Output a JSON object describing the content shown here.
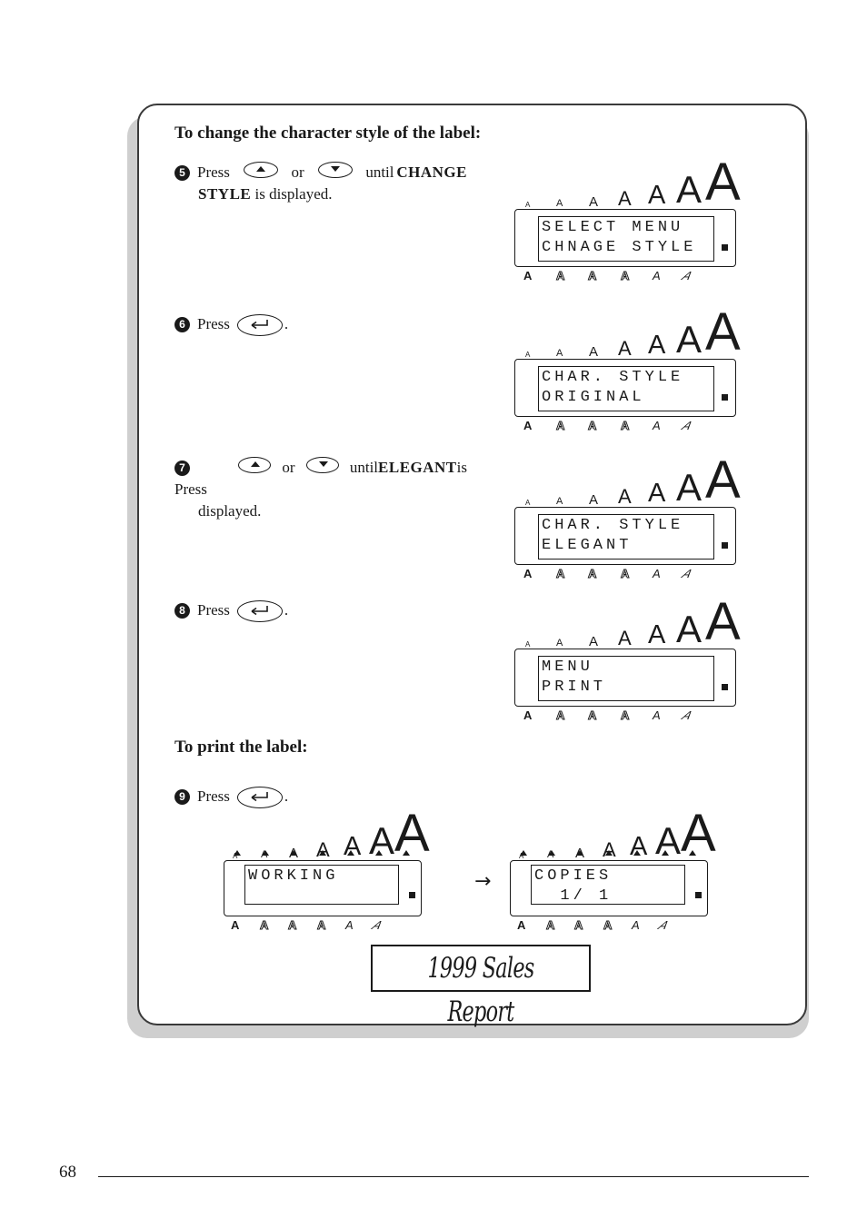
{
  "section_change": {
    "heading": "To change the character style of the label:"
  },
  "steps": [
    {
      "num": "5",
      "press": "Press",
      "or": "or",
      "until": "until",
      "kw1": "CHANGE",
      "kw2": "STYLE",
      "tail": "is displayed."
    },
    {
      "num": "6",
      "press": "Press",
      "tail": "."
    },
    {
      "num": "7",
      "press": "Press",
      "or": "or",
      "until": "until",
      "kw1": "ELEGANT",
      "is": "is",
      "tail": "displayed."
    },
    {
      "num": "8",
      "press": "Press",
      "tail": "."
    },
    {
      "num": "9",
      "press": "Press",
      "tail": "."
    }
  ],
  "section_print": {
    "heading": "To print the label:"
  },
  "lcd_sizes": [
    "A",
    "A",
    "A",
    "A",
    "A",
    "A",
    "A"
  ],
  "lcd_bottom": [
    "A",
    "A",
    "A",
    "A",
    "A",
    "A"
  ],
  "displays": [
    {
      "line1": "SELECT MENU",
      "line2": "CHNAGE STYLE"
    },
    {
      "line1": "CHAR. STYLE",
      "line2": "ORIGINAL"
    },
    {
      "line1": "CHAR. STYLE",
      "line2": "ELEGANT"
    },
    {
      "line1": "MENU",
      "line2": "PRINT"
    },
    {
      "line1": "WORKING",
      "line2": ""
    },
    {
      "line1": "COPIES",
      "line2": "  1/ 1"
    }
  ],
  "flow_arrow": "→",
  "label_sample": "1999 Sales Report",
  "page_number": "68",
  "icons": [
    "up-arrow-key-icon",
    "down-arrow-key-icon",
    "enter-key-icon"
  ]
}
